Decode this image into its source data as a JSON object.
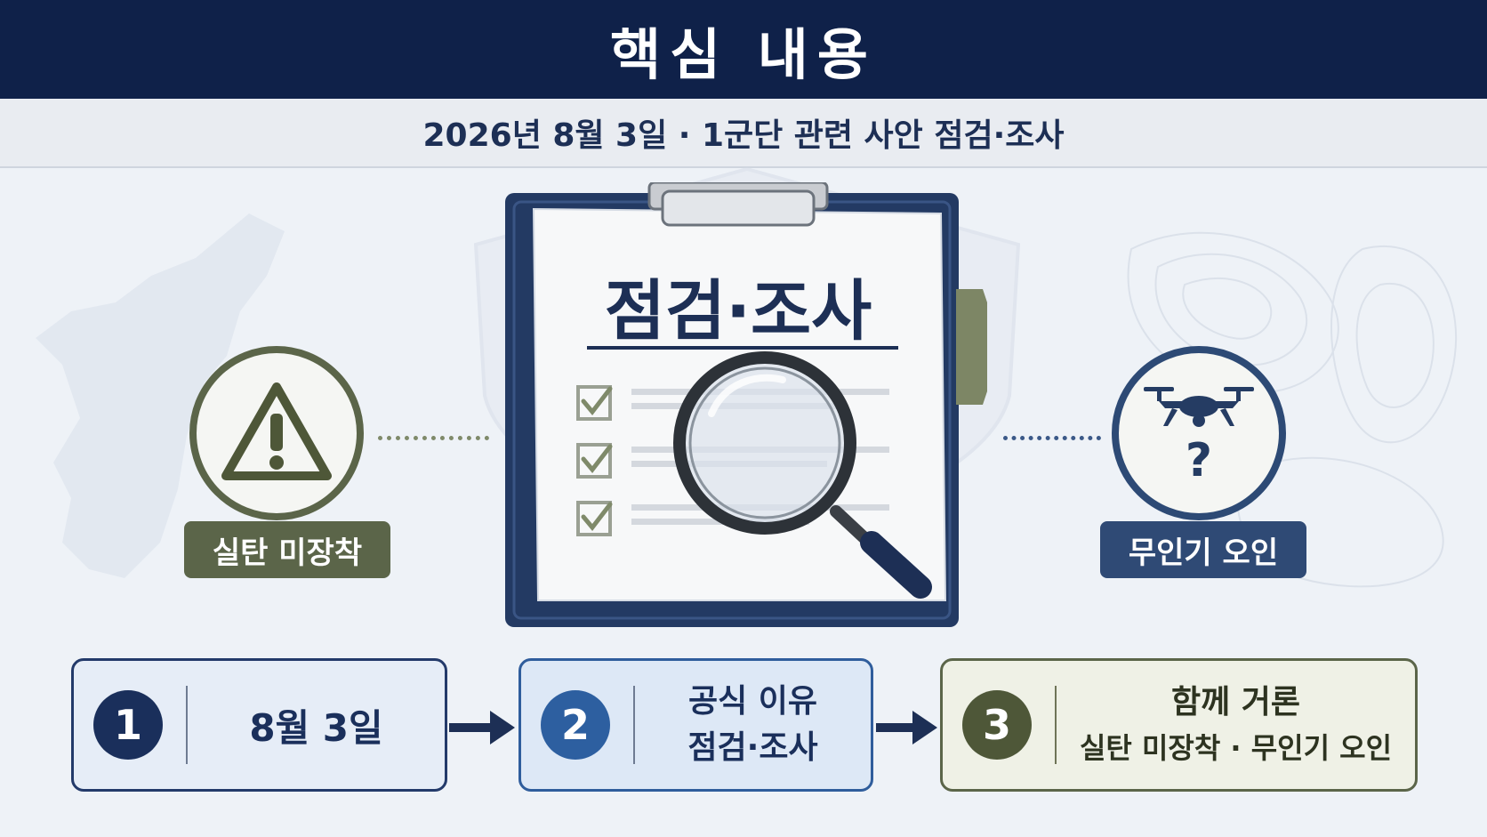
{
  "header": {
    "title": "핵심 내용",
    "subtitle": "2026년 8월 3일 · 1군단 관련 사안 점검·조사"
  },
  "center": {
    "document_title": "점검·조사"
  },
  "left_item": {
    "icon": "warning-triangle",
    "label": "실탄 미장착"
  },
  "right_item": {
    "icon": "drone-question",
    "label": "무인기 오인"
  },
  "steps": [
    {
      "number": "1",
      "lines": [
        "8월 3일"
      ]
    },
    {
      "number": "2",
      "lines": [
        "공식 이유",
        "점검·조사"
      ]
    },
    {
      "number": "3",
      "lines": [
        "함께 거론",
        "실탄 미장착 · 무인기 오인"
      ]
    }
  ],
  "colors": {
    "navy": "#0f2149",
    "olive": "#5b6549",
    "blue": "#2d5fa0",
    "background": "#eef2f7"
  }
}
